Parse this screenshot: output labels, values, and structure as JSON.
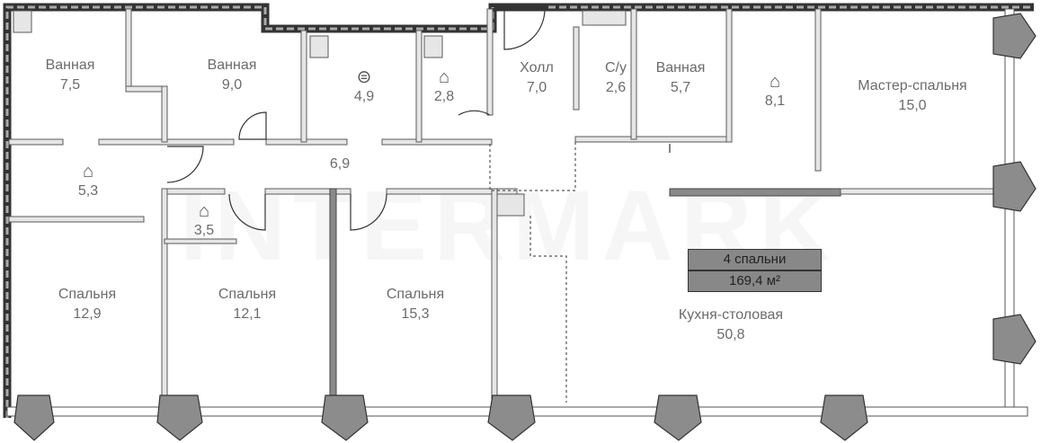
{
  "watermark": "INTERMARK",
  "summary": {
    "bedrooms": "4 спальни",
    "area": "169,4 м²"
  },
  "rooms": [
    {
      "name": "Ванная",
      "area": "7,5"
    },
    {
      "name": "Ванная",
      "area": "9,0"
    },
    {
      "name": "",
      "area": "4,9",
      "icon": "laundry-icon"
    },
    {
      "name": "",
      "area": "2,8",
      "icon": "hanger-icon"
    },
    {
      "name": "Холл",
      "area": "7,0"
    },
    {
      "name": "С/у",
      "area": "2,6"
    },
    {
      "name": "Ванная",
      "area": "5,7"
    },
    {
      "name": "",
      "area": "8,1",
      "icon": "hanger-icon"
    },
    {
      "name": "Мастер-спальня",
      "area": "15,0"
    },
    {
      "name": "",
      "area": "5,3",
      "icon": "hanger-icon"
    },
    {
      "name": "",
      "area": "6,9"
    },
    {
      "name": "",
      "area": "3,5",
      "icon": "hanger-icon"
    },
    {
      "name": "Спальня",
      "area": "12,9"
    },
    {
      "name": "Спальня",
      "area": "12,1"
    },
    {
      "name": "Спальня",
      "area": "15,3"
    },
    {
      "name": "Кухня-столовая",
      "area": "50,8"
    }
  ]
}
